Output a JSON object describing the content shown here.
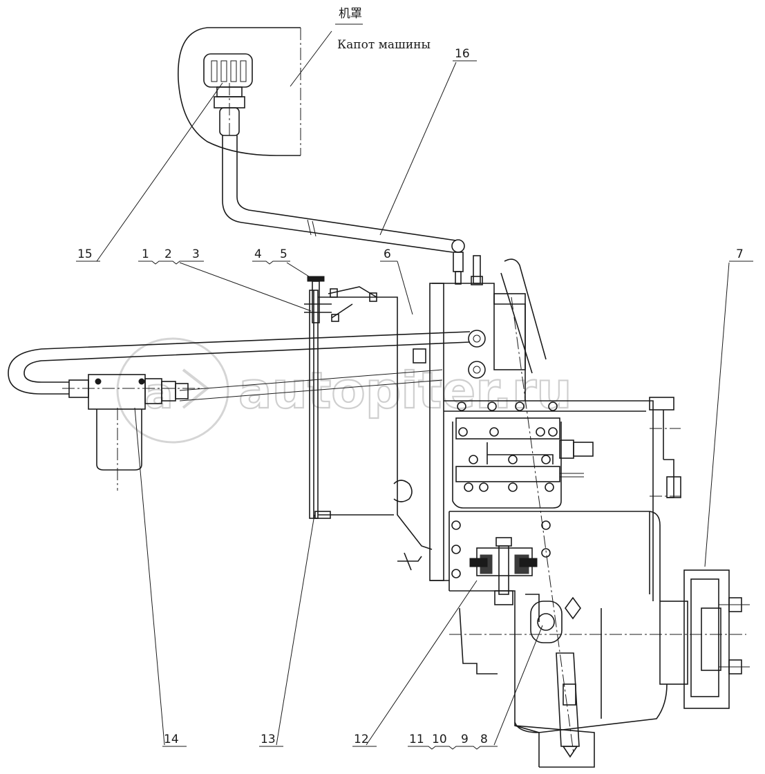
{
  "captions": {
    "hood_cn": "机罩",
    "hood_ru": "Капот машины"
  },
  "watermark": "autopiter.ru",
  "callouts": {
    "c1": "1",
    "c2": "2",
    "c3": "3",
    "c4": "4",
    "c5": "5",
    "c6": "6",
    "c7": "7",
    "c8": "8",
    "c9": "9",
    "c10": "10",
    "c11": "11",
    "c12": "12",
    "c13": "13",
    "c14": "14",
    "c15": "15",
    "c16": "16"
  }
}
